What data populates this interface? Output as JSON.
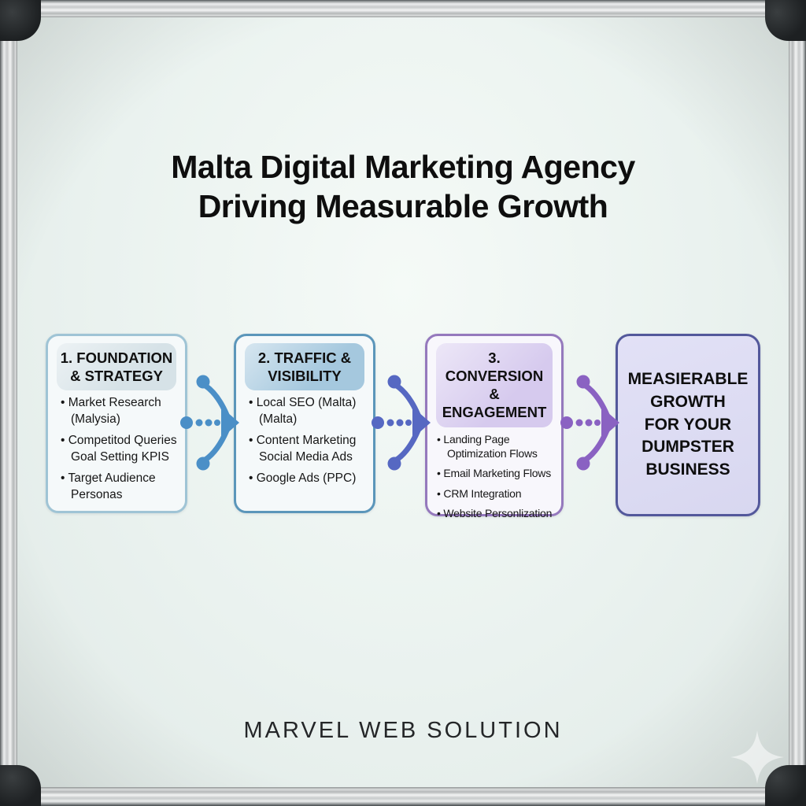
{
  "title": {
    "lines": [
      "Malta Digital Marketing Agency",
      "Driving Measurable Growth"
    ]
  },
  "stages": [
    {
      "header_lines": [
        "1. FOUNDATION",
        "& STRATEGY"
      ],
      "bullets": [
        "Market Research\n(Malysia)",
        "Competitod Queries\nGoal Setting KPIS",
        "Target Audience\nPersonas"
      ],
      "accent_color": "#9fc4d5",
      "header_bg": "#d6e2e7"
    },
    {
      "header_lines": [
        "2. TRAFFIC &",
        "VISIBILITY"
      ],
      "bullets": [
        "Local SEO (Malta)\n(Malta)",
        "Content Marketing\nSocial Media Ads",
        "Google Ads (PPC)"
      ],
      "accent_color": "#5b96ba",
      "header_bg": "#a5c8de"
    },
    {
      "header_lines": [
        "3. CONVERSION",
        "& ENGAGEMENT"
      ],
      "bullets": [
        "Landing Page\nOptimization Flows",
        "Email Marketing Flows",
        "CRM Integration",
        "Website Personlization"
      ],
      "accent_color": "#9579bd",
      "header_bg": "#d6caee"
    }
  ],
  "result": {
    "lines": [
      "MEASIERABLE",
      "GROWTH",
      "FOR YOUR",
      "DUMPSTER",
      "BUSINESS"
    ],
    "border_color": "#53589b",
    "bg_color": "#dcdbf2"
  },
  "arrows": [
    {
      "name": "arrow-1",
      "color": "#4b8fc7"
    },
    {
      "name": "arrow-2",
      "color": "#5668c2"
    },
    {
      "name": "arrow-3",
      "color": "#8a62c2"
    }
  ],
  "footer": {
    "brand": "MARVEL WEB SOLUTION"
  }
}
